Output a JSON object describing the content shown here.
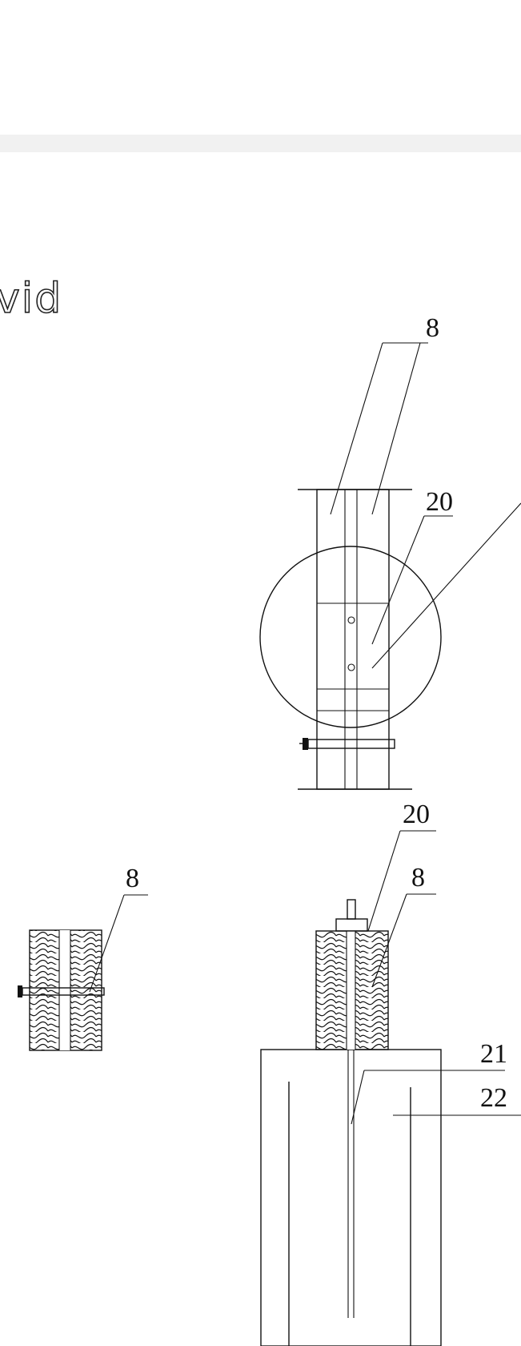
{
  "heading": "vid",
  "labels": {
    "top_8": "8",
    "top_20": "20",
    "side_8": "8",
    "mid_20": "20",
    "mid_8": "8",
    "lower_21": "21",
    "lower_22": "22"
  }
}
